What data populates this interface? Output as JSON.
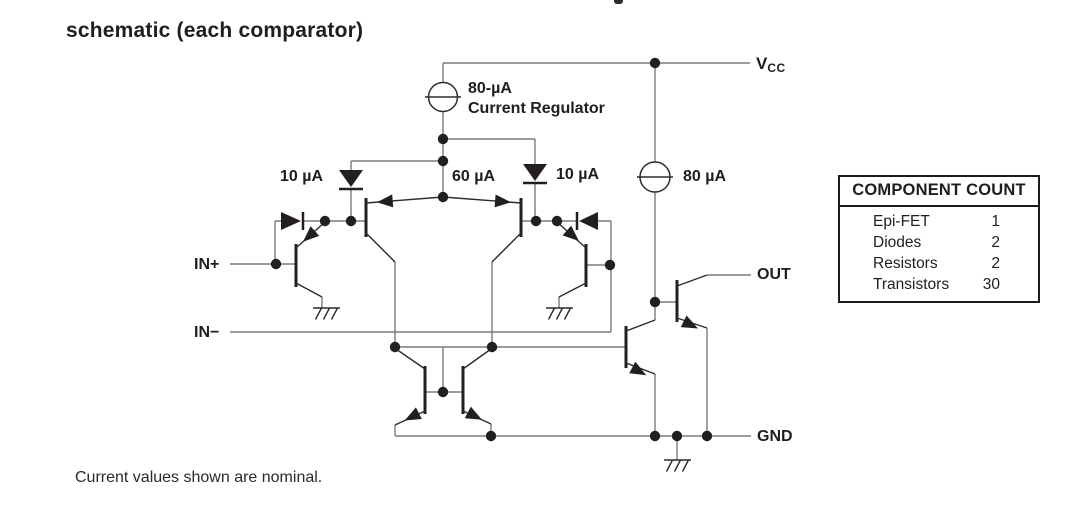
{
  "title": "schematic (each comparator)",
  "footnote": "Current values shown are nominal.",
  "regulator": {
    "value_label": "80-µA",
    "name_label": "Current Regulator"
  },
  "current_labels": {
    "left_diode": "10 µA",
    "center": "60 µA",
    "right_diode": "10 µA",
    "output_branch": "80 µA"
  },
  "terminals": {
    "vcc_letter": "V",
    "vcc_subscript": "CC",
    "in_plus": "IN+",
    "in_minus": "IN−",
    "out": "OUT",
    "gnd": "GND"
  },
  "component_count": {
    "header": "COMPONENT COUNT",
    "rows": [
      {
        "name": "Epi-FET",
        "count": "1"
      },
      {
        "name": "Diodes",
        "count": "2"
      },
      {
        "name": "Resistors",
        "count": "2"
      },
      {
        "name": "Transistors",
        "count": "30"
      }
    ]
  },
  "colors": {
    "wire": "#7a7b7e",
    "symbol": "#2c2c2e",
    "ink": "#231f20",
    "background": "#ffffff"
  }
}
